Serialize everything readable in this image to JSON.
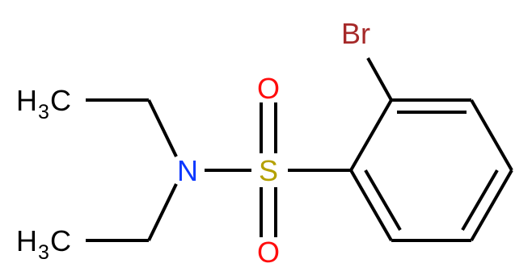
{
  "molecule": {
    "atoms": {
      "bromine": {
        "symbol": "Br",
        "color": "#A62929"
      },
      "sulfur": {
        "symbol": "S",
        "color": "#B5A100"
      },
      "oxygen_top": {
        "symbol": "O",
        "color": "#FF0D0D"
      },
      "oxygen_bottom": {
        "symbol": "O",
        "color": "#FF0D0D"
      },
      "nitrogen": {
        "symbol": "N",
        "color": "#0D39FF"
      },
      "methyl_top": {
        "symbol": "H",
        "subscript": "3",
        "carbon": "C",
        "color": "#000000"
      },
      "methyl_bottom": {
        "symbol": "H",
        "subscript": "3",
        "carbon": "C",
        "color": "#000000"
      }
    },
    "bond_color": "#000000"
  }
}
